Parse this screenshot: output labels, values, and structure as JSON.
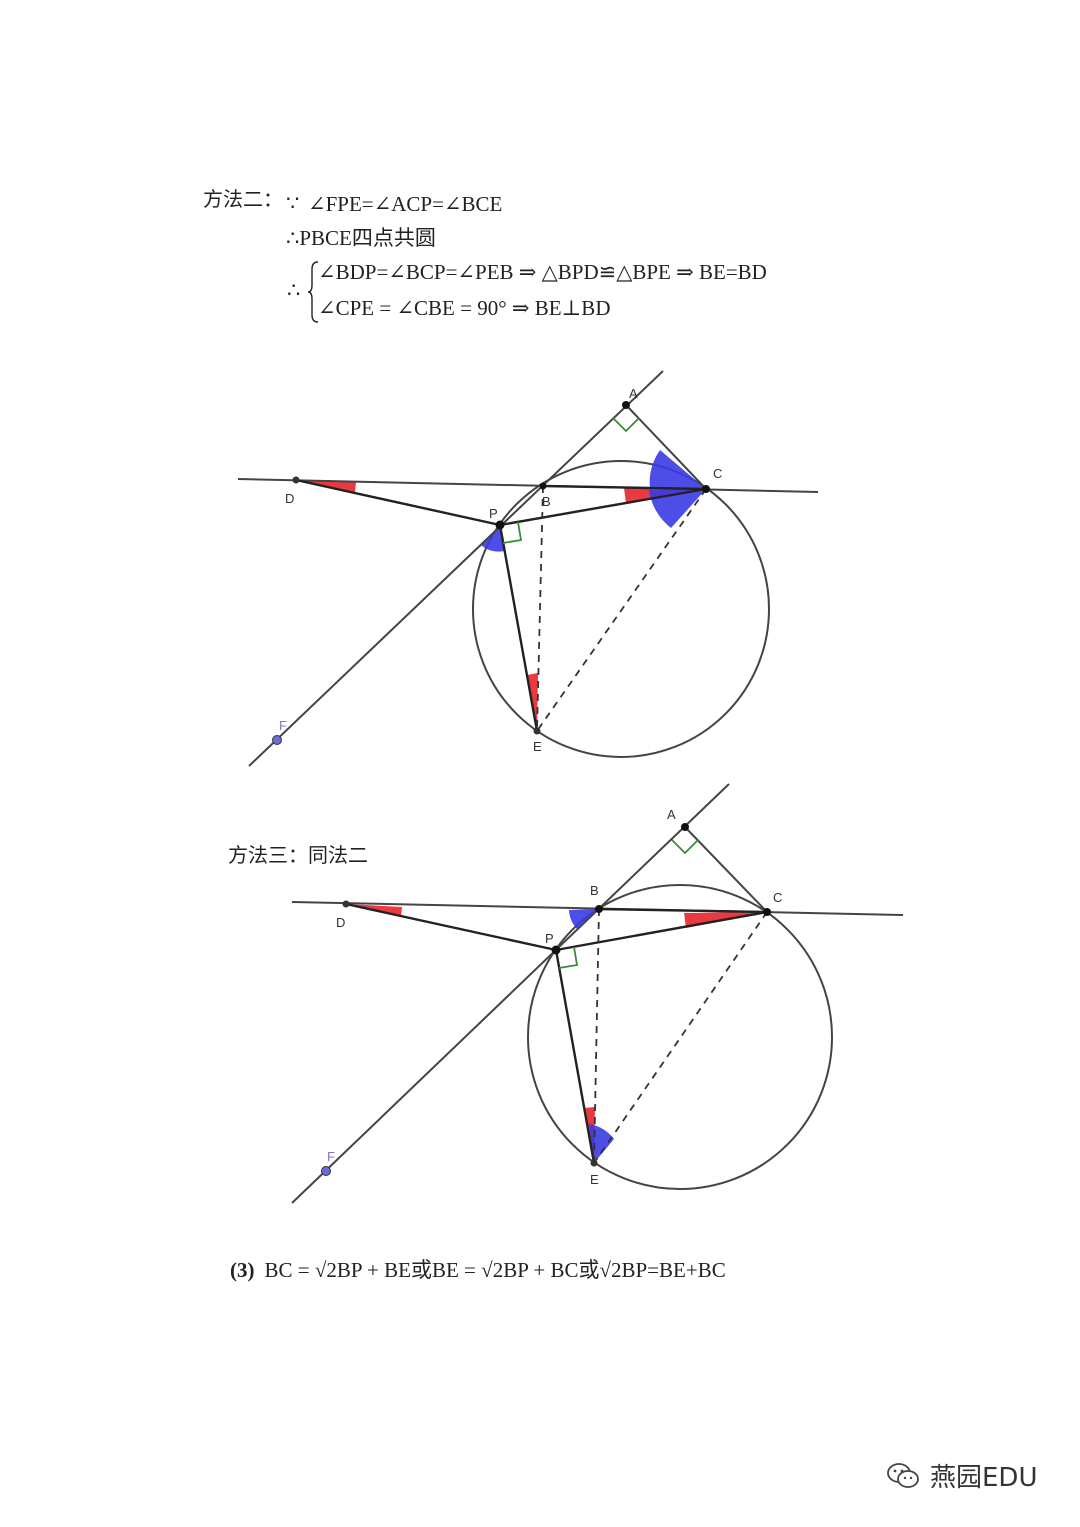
{
  "method2": {
    "heading": "方法二：",
    "because_symbol": "∵",
    "line1": "∠FPE=∠ACP=∠BCE",
    "line2": "∴PBCE四点共圆",
    "therefore_symbol": "∴",
    "line3": "∠BDP=∠BCP=∠PEB ⇒ △BPD≌△BPE ⇒ BE=BD",
    "line4": "∠CPE = ∠CBE = 90° ⇒ BE⊥BD"
  },
  "method3": {
    "heading": "方法三：同法二"
  },
  "figure1": {
    "labels": {
      "A": "A",
      "B": "B",
      "C": "C",
      "D": "D",
      "P": "P",
      "E": "E",
      "F": "F"
    }
  },
  "figure2": {
    "labels": {
      "A": "A",
      "B": "B",
      "C": "C",
      "D": "D",
      "P": "P",
      "E": "E",
      "F": "F"
    }
  },
  "part3": {
    "number": "(3)",
    "eq_a": "BC = ",
    "eq_b": "2BP + BE或BE = ",
    "eq_c": "2BP + BC或",
    "eq_d": "2BP=BE+BC"
  },
  "watermark": {
    "text": "燕园EDU",
    "icon": "wechat-icon"
  },
  "colors": {
    "line": "#444444",
    "red_angle": "#e8242a",
    "blue_angle": "#3a3ae6",
    "right_angle": "#3a8a3a",
    "point_F": "#6a6ad8"
  }
}
